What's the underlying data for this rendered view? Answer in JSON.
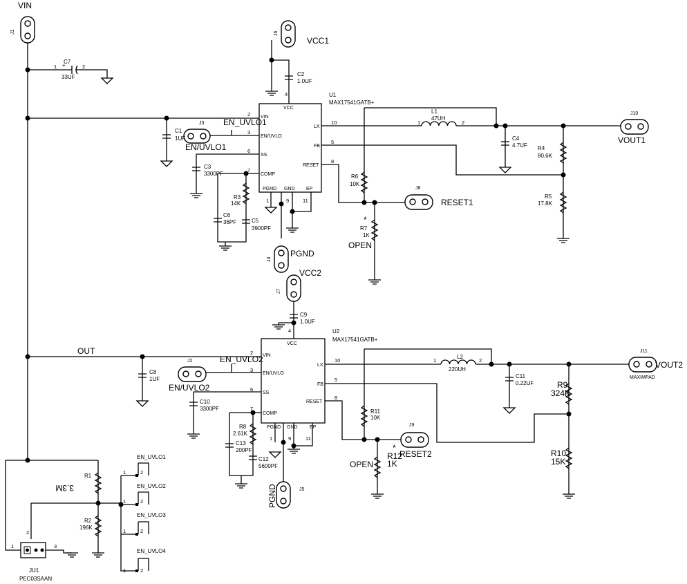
{
  "rails": {
    "vin": "VIN",
    "out": "OUT"
  },
  "ics": {
    "u1": {
      "ref": "U1",
      "part": "MAX17541GATB+",
      "pins": {
        "vin": "VIN",
        "en": "EN/UVLO",
        "ss": "SS",
        "comp": "COMP",
        "vcc": "VCC",
        "lx": "LX",
        "fb": "FB",
        "reset": "RESET",
        "pgnd": "PGND",
        "gnd": "GND",
        "ep": "EP"
      }
    },
    "u2": {
      "ref": "U2",
      "part": "MAX17541GATB+",
      "pins": {
        "vin": "VIN",
        "en": "EN/UVLO",
        "ss": "SS",
        "comp": "COMP",
        "vcc": "VCC",
        "lx": "LX",
        "fb": "FB",
        "reset": "RESET",
        "pgnd": "PGND",
        "gnd": "GND",
        "ep": "EP"
      }
    }
  },
  "pin_numbers": {
    "p1": "1",
    "p2": "2",
    "p3": "3",
    "p4": "4",
    "p5": "5",
    "p6": "6",
    "p7": "7",
    "p8": "8",
    "p9": "9",
    "p10": "10",
    "p11": "11"
  },
  "connectors": {
    "j1": {
      "ref": "J1"
    },
    "j2": {
      "ref": "J2",
      "label": "EN/UVLO2"
    },
    "j3": {
      "ref": "J3",
      "label": "EN/UVLO1"
    },
    "j4": {
      "ref": "J4",
      "label": "PGND"
    },
    "j5": {
      "ref": "J5",
      "label": "PGND"
    },
    "j6": {
      "ref": "J6",
      "label": "VCC1"
    },
    "j7": {
      "ref": "J7",
      "label": "VCC2"
    },
    "j8": {
      "ref": "J8",
      "label": "RESET1"
    },
    "j9": {
      "ref": "J9",
      "label": "RESET2"
    },
    "j10": {
      "ref": "J10",
      "label": "VOUT1"
    },
    "j11": {
      "ref": "J11",
      "label": "VOUT2",
      "note": "MAXIMPAD"
    }
  },
  "net_labels": {
    "en_uvlo1": "EN_UVLO1",
    "en_uvlo2": "EN_UVLO2",
    "en_uvlo3": "EN_UVLO3",
    "en_uvlo4": "EN_UVLO4",
    "open": "OPEN",
    "star": "*"
  },
  "capacitors": {
    "c1": {
      "ref": "C1",
      "value": "1UF"
    },
    "c2": {
      "ref": "C2",
      "value": "1.0UF"
    },
    "c3": {
      "ref": "C3",
      "value": "3300PF"
    },
    "c4": {
      "ref": "C4",
      "value": "4.7UF"
    },
    "c5": {
      "ref": "C5",
      "value": "3900PF"
    },
    "c6": {
      "ref": "C6",
      "value": "36PF"
    },
    "c7": {
      "ref": "C7",
      "value": "33UF",
      "polarity": "+"
    },
    "c8": {
      "ref": "C8",
      "value": "1UF"
    },
    "c9": {
      "ref": "C9",
      "value": "1.0UF"
    },
    "c10": {
      "ref": "C10",
      "value": "3300PF"
    },
    "c11": {
      "ref": "C11",
      "value": "0.22UF"
    },
    "c12": {
      "ref": "C12",
      "value": "5600PF"
    },
    "c13": {
      "ref": "C13",
      "value": "200PF"
    }
  },
  "resistors": {
    "r1": {
      "ref": "R1",
      "value": "3.3M"
    },
    "r2": {
      "ref": "R2",
      "value": "196K"
    },
    "r3": {
      "ref": "R3",
      "value": "14K"
    },
    "r4": {
      "ref": "R4",
      "value": "80.6K"
    },
    "r5": {
      "ref": "R5",
      "value": "17.8K"
    },
    "r6": {
      "ref": "R6",
      "value": "10K"
    },
    "r7": {
      "ref": "R7",
      "value": "1K"
    },
    "r8": {
      "ref": "R8",
      "value": "2.61K"
    },
    "r9": {
      "ref": "R9",
      "value": "324K"
    },
    "r10": {
      "ref": "R10",
      "value": "15K"
    },
    "r11": {
      "ref": "R11",
      "value": "10K"
    },
    "r12": {
      "ref": "R12",
      "value": "1K"
    }
  },
  "inductors": {
    "l1": {
      "ref": "L1",
      "value": "47UH"
    },
    "l2": {
      "ref": "L2",
      "value": "220UH"
    }
  },
  "jumper": {
    "ref": "JU1",
    "part": "PEC03SAAN"
  }
}
